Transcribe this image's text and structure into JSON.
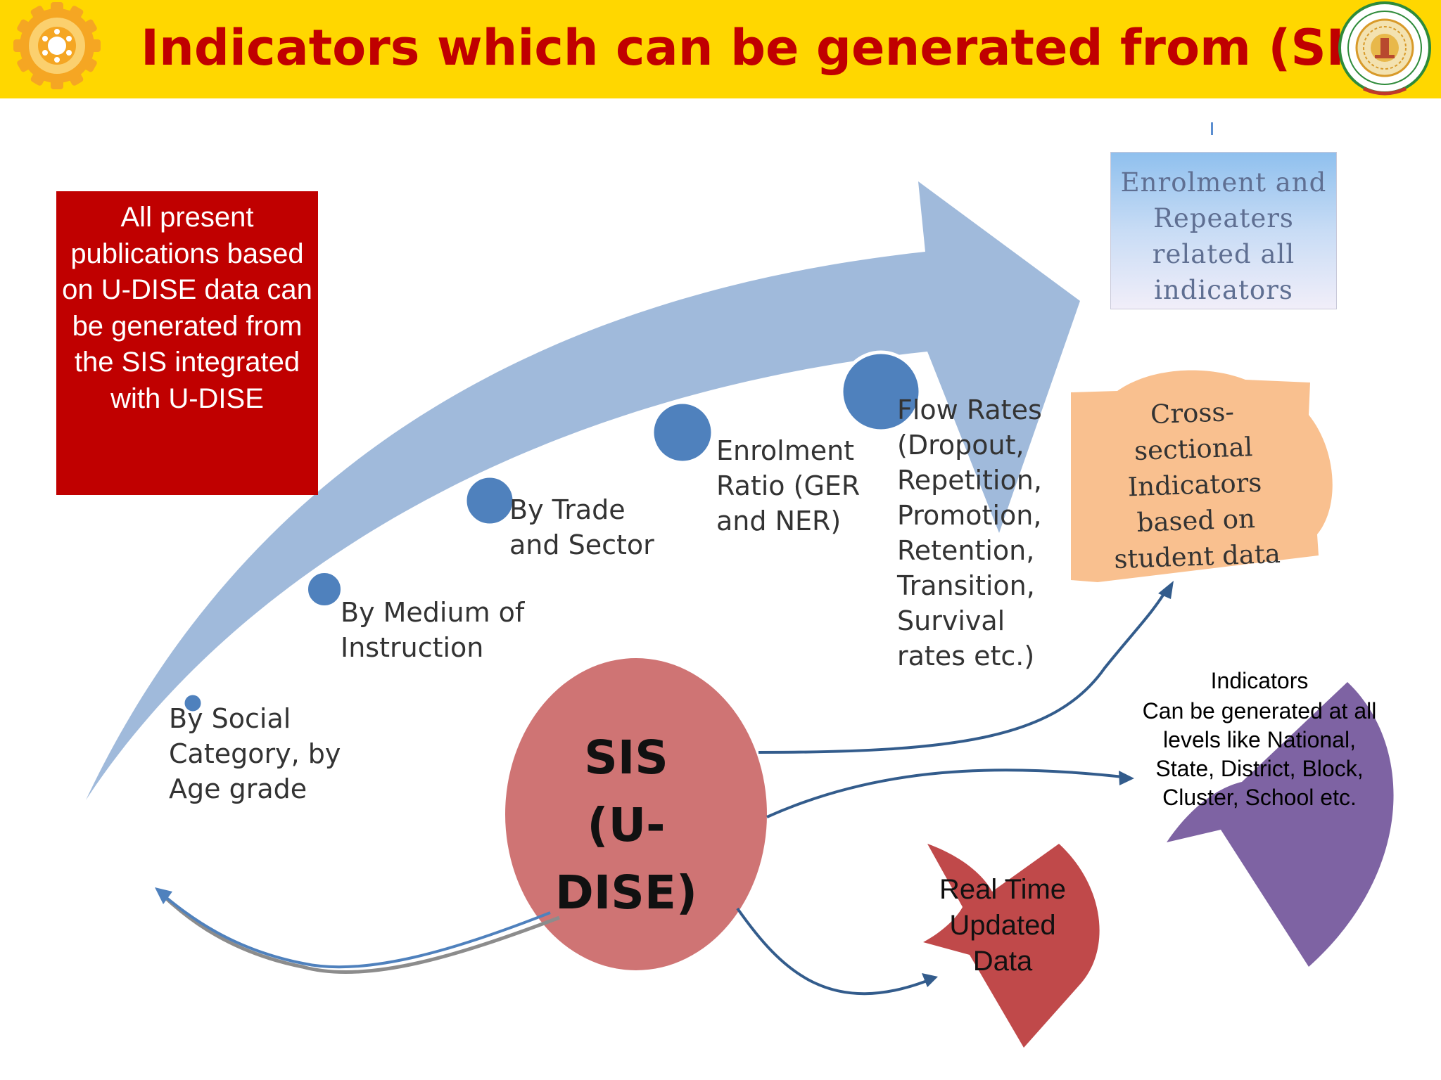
{
  "header": {
    "title": "Indicators which can be generated from  (SIS)",
    "background_color": "#ffd700",
    "title_color": "#c00000",
    "left_logo": "gear-logo",
    "right_logo": "government-seal-logo"
  },
  "red_box": {
    "text": "All present publications based on U-DISE data can be generated from the SIS integrated with U-DISE",
    "color": "#c00000"
  },
  "arrow": {
    "color": "#9bb6d9",
    "steps": [
      {
        "label": "By Social\nCategory, by\nAge grade"
      },
      {
        "label": "By Medium of\nInstruction"
      },
      {
        "label": "By Trade\nand Sector"
      },
      {
        "label": "Enrolment\nRatio (GER\nand NER)"
      },
      {
        "label": "Flow Rates\n(Dropout,\nRepetition,\nPromotion,\nRetention,\nTransition,\nSurvival\nrates etc.)"
      }
    ]
  },
  "enrolment_box": {
    "text": "Enrolment and Repeaters related all indicators"
  },
  "cross_sectional": {
    "text": "Cross-\nsectional\nIndicators\nbased on\nstudent data",
    "color": "#f9c08f"
  },
  "sis": {
    "text": "SIS\n(U-\nDISE)",
    "color": "#cf7474"
  },
  "levels": {
    "heading": "Indicators",
    "text": "Can be generated at all levels like National, State, District, Block, Cluster, School etc.",
    "color": "#7e63a3"
  },
  "realtime": {
    "text": "Real Time\nUpdated\nData",
    "color": "#c0494a"
  },
  "connector_color": "#335c8c"
}
